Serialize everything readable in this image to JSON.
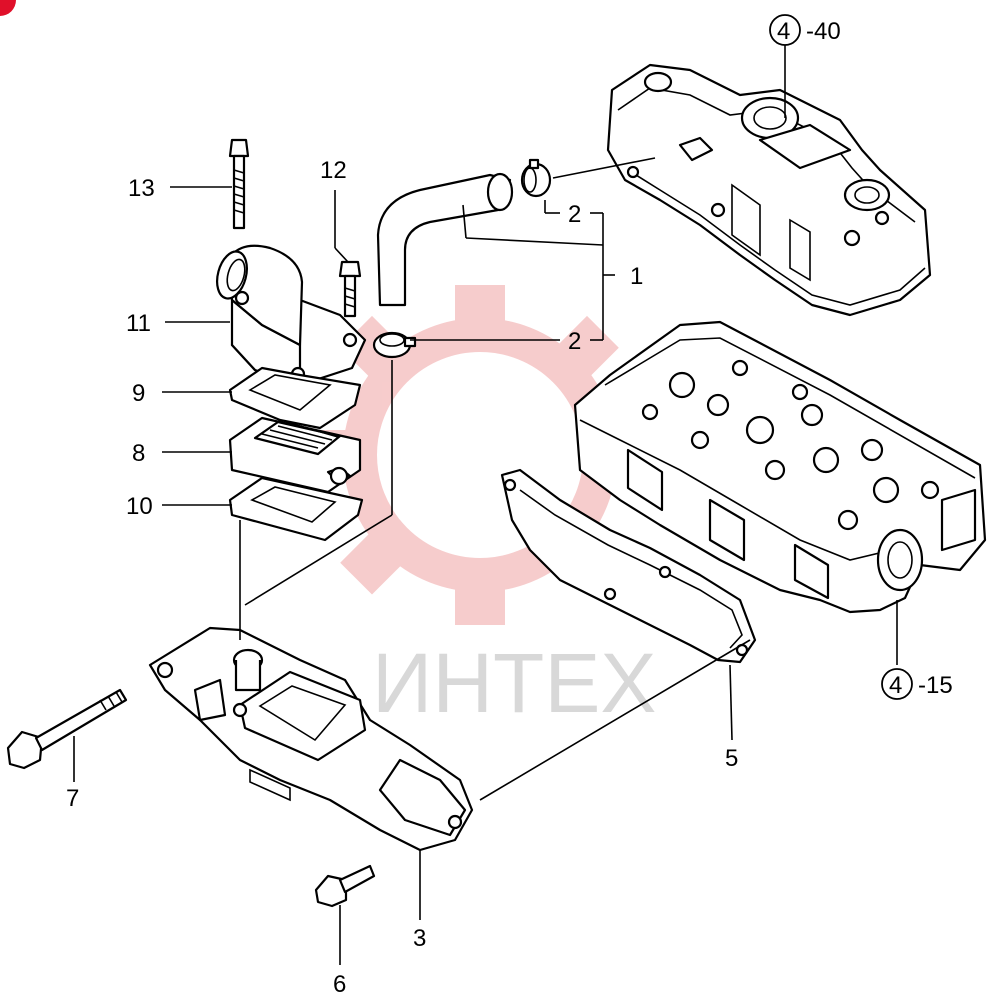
{
  "watermark": {
    "text": "ИНТЕХ",
    "gear_color": "#f6c7c7",
    "text_color": "#d8d8d8"
  },
  "corner_badge_color": "#e0102a",
  "callouts": {
    "c1": "1",
    "c2a": "2",
    "c2b": "2",
    "c3": "3",
    "c5": "5",
    "c6": "6",
    "c7": "7",
    "c8": "8",
    "c9": "9",
    "c10": "10",
    "c11": "11",
    "c12": "12",
    "c13": "13"
  },
  "references": {
    "cover": {
      "group": "4",
      "item": "-40"
    },
    "head": {
      "group": "4",
      "item": "-15"
    }
  },
  "parts": [
    {
      "name": "hose",
      "callout": "1"
    },
    {
      "name": "clamp",
      "callout": "2"
    },
    {
      "name": "intake-manifold",
      "callout": "3"
    },
    {
      "name": "manifold-gasket",
      "callout": "5"
    },
    {
      "name": "flange-bolt",
      "callout": "6"
    },
    {
      "name": "long-bolt",
      "callout": "7"
    },
    {
      "name": "heater-block",
      "callout": "8"
    },
    {
      "name": "gasket-upper",
      "callout": "9"
    },
    {
      "name": "gasket-lower",
      "callout": "10"
    },
    {
      "name": "elbow-inlet",
      "callout": "11"
    },
    {
      "name": "short-bolt",
      "callout": "12"
    },
    {
      "name": "long-elbow-bolt",
      "callout": "13"
    }
  ]
}
